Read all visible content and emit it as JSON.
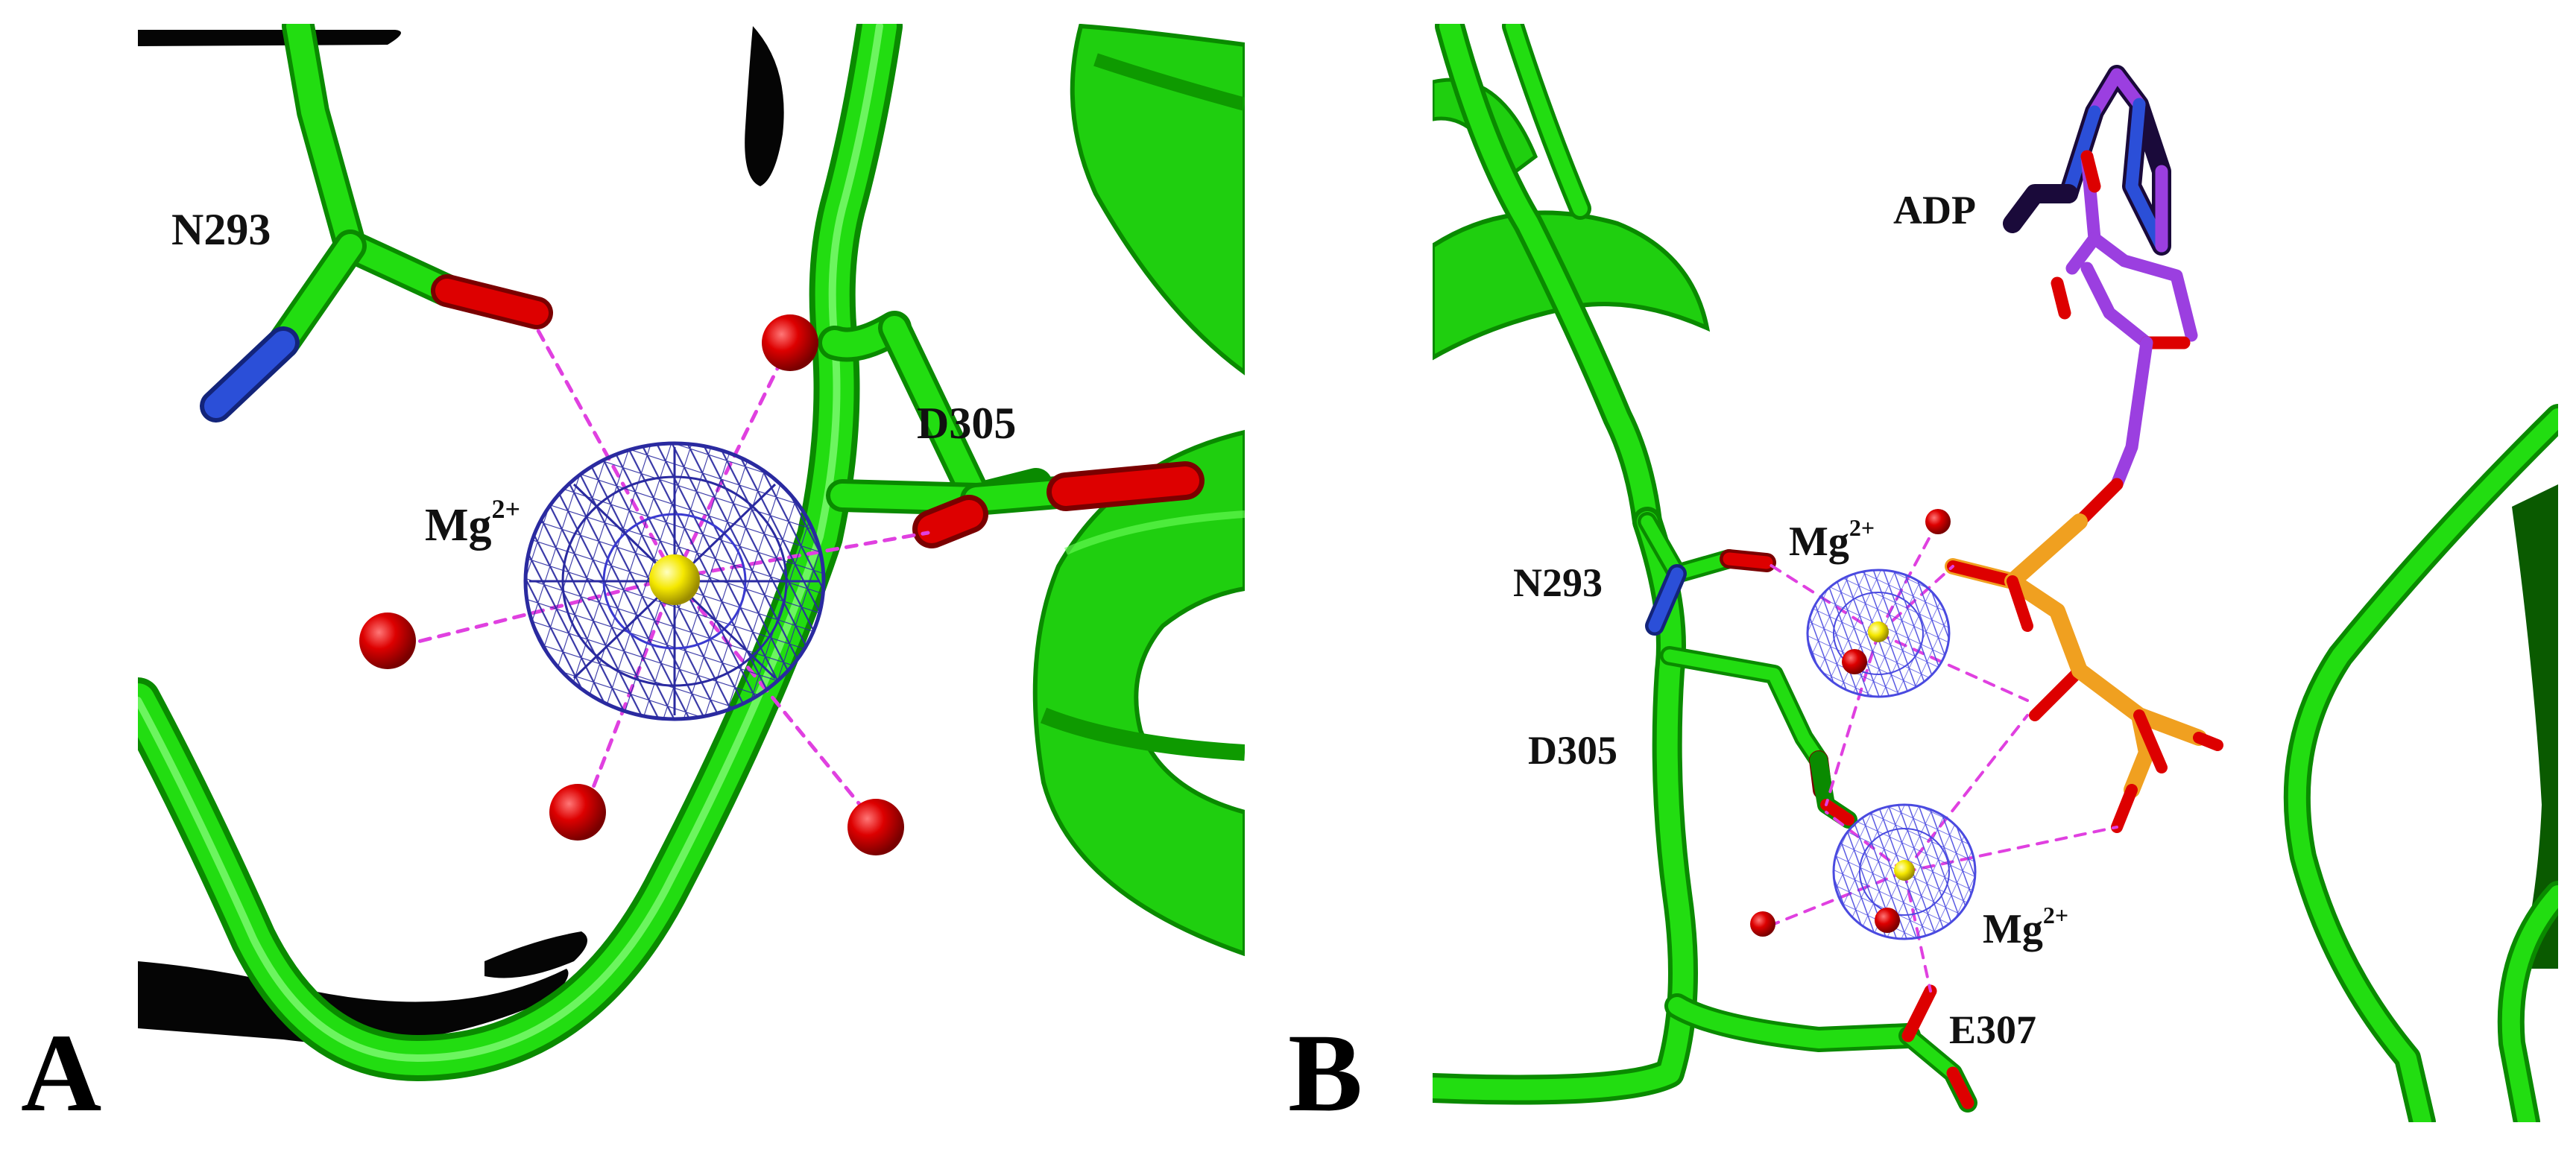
{
  "panels": [
    {
      "letter": "A",
      "labels": {
        "n293": "N293",
        "d305": "D305",
        "mg_base": "Mg",
        "mg_charge": "2+"
      }
    },
    {
      "letter": "B",
      "labels": {
        "adp": "ADP",
        "n293": "N293",
        "d305": "D305",
        "e307": "E307",
        "mg1_base": "Mg",
        "mg1_charge": "2+",
        "mg2_base": "Mg",
        "mg2_charge": "2+"
      }
    }
  ],
  "colors": {
    "carbon_green": "#22dd11",
    "oxygen_red": "#dd0000",
    "nitrogen_blue": "#2b4fd8",
    "phosphorus_orange": "#f0a020",
    "adp_carbon_purple": "#9b3fe0",
    "density_mesh": "#2a2aa0",
    "coordination_magenta": "#e040e0",
    "magnesium_yellow": "#f5e800",
    "shadow_black": "#050505"
  }
}
